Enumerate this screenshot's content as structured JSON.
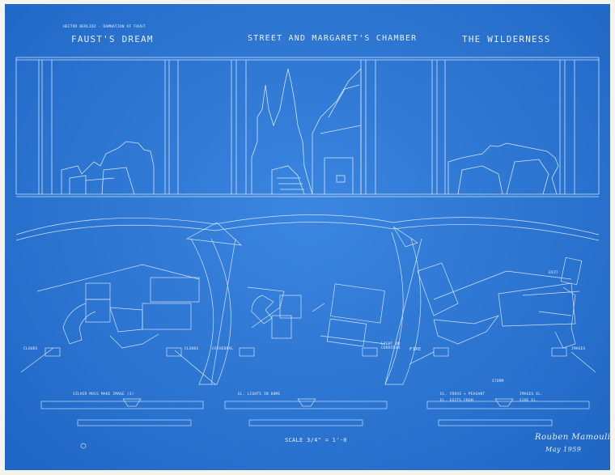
{
  "header": {
    "credit": "HECTOR BERLIOZ - DAMNATION OF FAUST",
    "scenes": [
      "FAUST'S DREAM",
      "STREET AND MARGARET'S CHAMBER",
      "THE WILDERNESS"
    ]
  },
  "plan_labels": {
    "left_left": "CLOUDS",
    "left_right": "CLOUDS",
    "mid_left": "CATHEDRAL",
    "mid_right": "LIGHT ON CORRIDOR",
    "right_left": "FIRE",
    "right_right": "IMAGES",
    "right_top": "EXIT"
  },
  "legend": {
    "left": "SILVER MOSS      MAKE IMAGE (3)",
    "mid": "EL. LIGHTS IN DOME",
    "right_a": "EL. CROSS + PEASANT",
    "right_b": "EL. EXITS FROM",
    "right_c": "IMAGES EL.",
    "right_d": "SIDE EL.",
    "storm": "STORM"
  },
  "footer": {
    "scale": "SCALE 3/4\" = 1'-0",
    "signature": "Rouben Mamoulian",
    "date": "May 1959"
  },
  "colors": {
    "paper": "#2a76d2",
    "line": "#e3eefc"
  }
}
